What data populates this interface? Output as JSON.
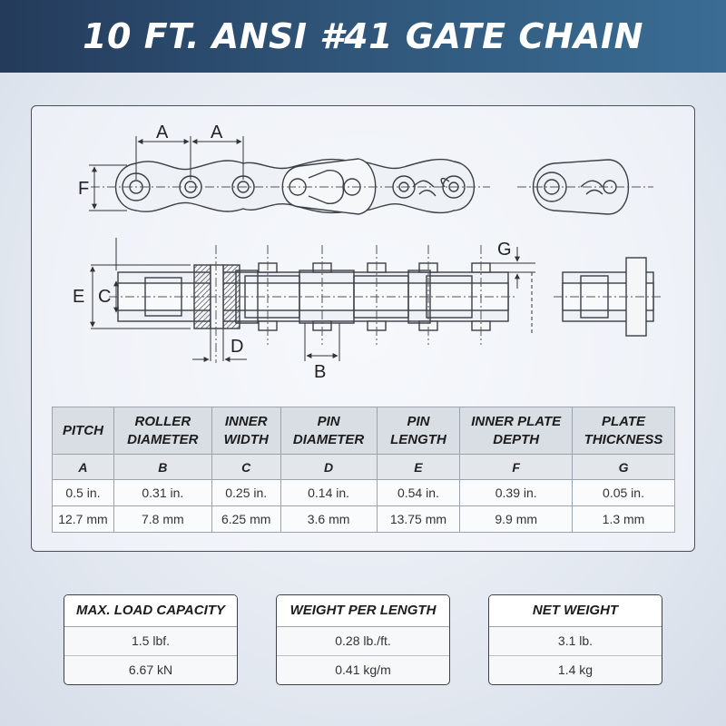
{
  "title": "10 FT. ANSI #41 GATE CHAIN",
  "diagram_labels": {
    "a1": "A",
    "a2": "A",
    "f": "F",
    "e": "E",
    "c": "C",
    "d": "D",
    "b": "B",
    "g": "G"
  },
  "spec_table": {
    "headers": [
      [
        "PITCH",
        ""
      ],
      [
        "ROLLER",
        "DIAMETER"
      ],
      [
        "INNER",
        "WIDTH"
      ],
      [
        "PIN",
        "DIAMETER"
      ],
      [
        "PIN",
        "LENGTH"
      ],
      [
        "INNER PLATE",
        "DEPTH"
      ],
      [
        "PLATE",
        "THICKNESS"
      ]
    ],
    "letters": [
      "A",
      "B",
      "C",
      "D",
      "E",
      "F",
      "G"
    ],
    "imperial": [
      "0.5 in.",
      "0.31 in.",
      "0.25 in.",
      "0.14 in.",
      "0.54 in.",
      "0.39 in.",
      "0.05 in."
    ],
    "metric": [
      "12.7 mm",
      "7.8 mm",
      "6.25 mm",
      "3.6 mm",
      "13.75 mm",
      "9.9 mm",
      "1.3 mm"
    ]
  },
  "boxes": {
    "load": {
      "title": "MAX. LOAD CAPACITY",
      "row1": "1.5 lbf.",
      "row2": "6.67 kN"
    },
    "weight_per_length": {
      "title": "WEIGHT PER LENGTH",
      "row1": "0.28 lb./ft.",
      "row2": "0.41 kg/m"
    },
    "net_weight": {
      "title": "NET WEIGHT",
      "row1": "3.1 lb.",
      "row2": "1.4 kg"
    }
  },
  "colors": {
    "banner_start": "#243b5b",
    "banner_end": "#3a6d94",
    "line": "#3a3f46"
  }
}
